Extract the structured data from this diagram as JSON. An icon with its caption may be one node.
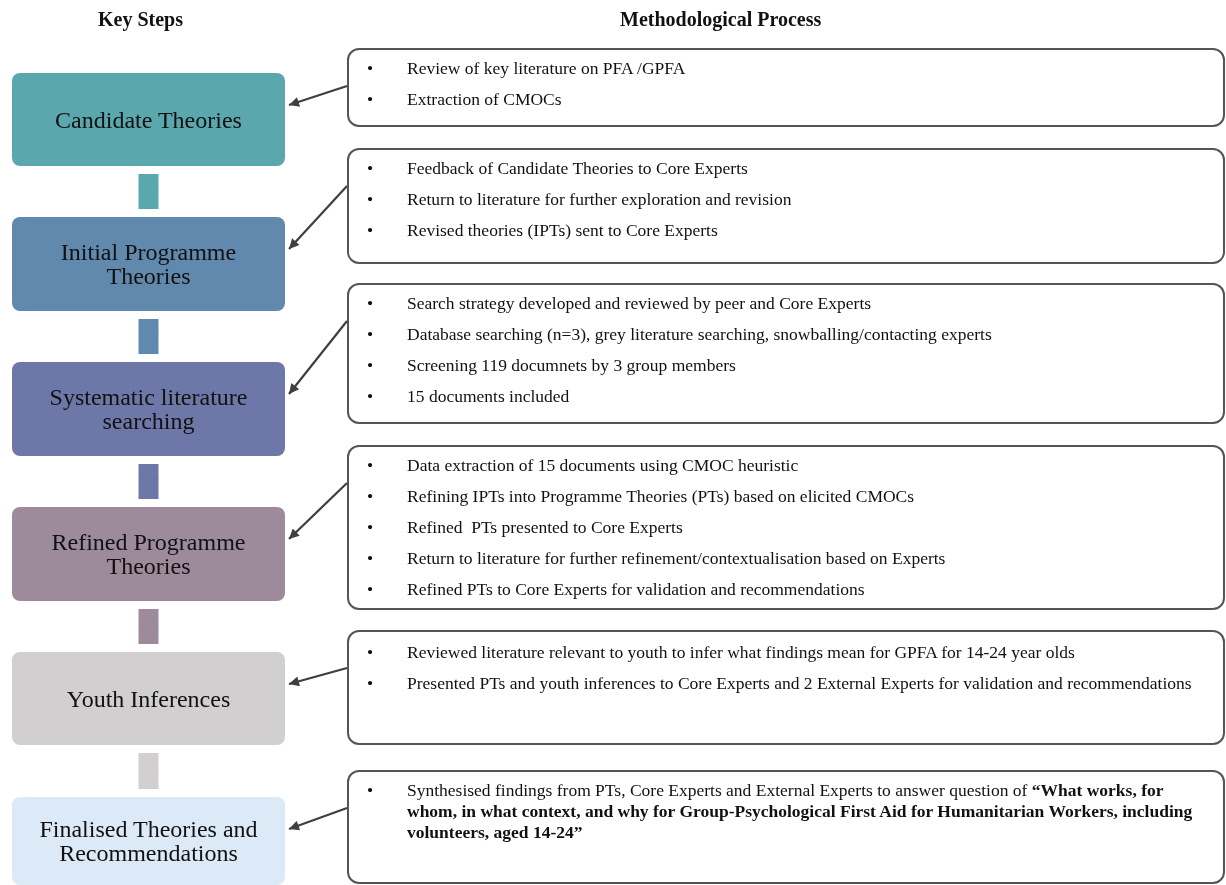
{
  "diagram": {
    "nodes": [
      {
        "text": [
          "Candidate Theories"
        ]
      },
      {
        "text": [
          "Initial Programme Theories"
        ]
      },
      {
        "text": [
          "Systematic literature searching"
        ]
      },
      {
        "text": [
          "Refined Programme Theories"
        ]
      },
      {
        "text": [
          "Youth Inferences"
        ]
      },
      {
        "text": [
          "Finalised Theories and Recommendations"
        ]
      },
      {
        "text": [
          "•\tReview of key literature on PFA /GPFA",
          "•\tExtraction of CMOCs"
        ]
      },
      {
        "text": [
          "•\tFeedback of Candidate Theories to Core Experts",
          "•\tReturn to literature for further exploration and revision",
          "•\tRevised theories (IPTs) sent to Core Experts"
        ]
      },
      {
        "text": [
          "•\tSearch strategy developed and reviewed by peer and Core Experts",
          "•\tDatabase searching (n=3), grey literature searching, snowballing/contacting experts",
          "•\tScreening 119 documnets by 3 group members",
          "•\t15 documents included"
        ]
      },
      {
        "text": [
          "•\tData extraction of 15 documents using CMOC heuristic",
          "•\tRefining IPTs into Programme Theories (PTs) based on elicited CMOCs",
          "•\tRefined  PTs presented to Core Experts",
          "•\tReturn to literature for further refinement/contextualisation based on Experts",
          "•\tRefined PTs to Core Experts for validation and recommendations"
        ]
      },
      {
        "text": [
          "•\tReviewed literature relevant to youth to infer what findings mean for GPFA for 14-24 year olds",
          "•\tPresented PTs and youth inferences to Core Experts and 2 External Experts for validation and recommendations"
        ]
      },
      {
        "text": [
          "•\tSynthesised findings from PTs, Core Experts and External Experts to answer question of **“What works, for whom, in what context, and why for Group-Psychological First Aid for Humanitarian Workers, including volunteers, aged 14-24”**"
        ]
      }
    ],
    "edges": [
      {
        "from": 0,
        "to": 1,
        "arrow": "to",
        "style": "thick",
        "color": "#5ba7ae"
      },
      {
        "from": 1,
        "to": 2,
        "arrow": "to",
        "style": "thick",
        "color": "#6189ad"
      },
      {
        "from": 2,
        "to": 3,
        "arrow": "to",
        "style": "thick",
        "color": "#6e78a8"
      },
      {
        "from": 3,
        "to": 4,
        "arrow": "to",
        "style": "thick",
        "color": "#9d8b9c"
      },
      {
        "from": 4,
        "to": 5,
        "arrow": "to",
        "style": "thick",
        "color": "#d1cfd0"
      },
      {
        "from": 6,
        "to": 0,
        "arrow": "to"
      },
      {
        "from": 7,
        "to": 1,
        "arrow": "to"
      },
      {
        "from": 8,
        "to": 2,
        "arrow": "to"
      },
      {
        "from": 9,
        "to": 3,
        "arrow": "to"
      },
      {
        "from": 10,
        "to": 4,
        "arrow": "to"
      },
      {
        "from": 11,
        "to": 5,
        "arrow": "to"
      }
    ],
    "labels": [
      "Key Steps",
      "Methodological Process"
    ]
  }
}
